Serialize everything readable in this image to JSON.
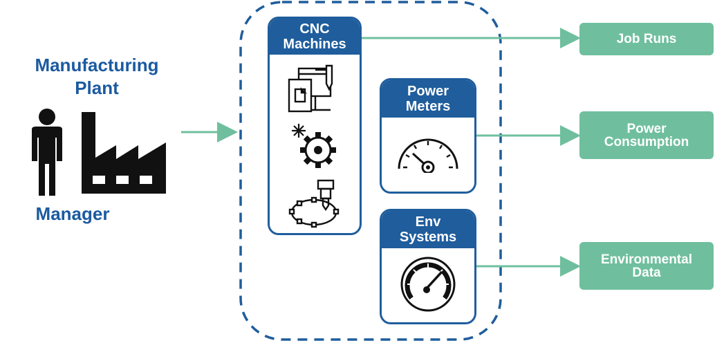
{
  "left": {
    "plant_line1": "Manufacturing",
    "plant_line2": "Plant",
    "manager_label": "Manager"
  },
  "sources": [
    {
      "line1": "CNC",
      "line2": "Machines",
      "icons": [
        "cad-drawing-icon",
        "gear-spark-icon",
        "cnc-mill-icon"
      ]
    },
    {
      "line1": "Power",
      "line2": "Meters",
      "icons": [
        "meter-gauge-icon"
      ]
    },
    {
      "line1": "Env",
      "line2": "Systems",
      "icons": [
        "speedometer-icon"
      ]
    }
  ],
  "outputs": [
    {
      "line1": "Job Runs",
      "line2": ""
    },
    {
      "line1": "Power",
      "line2": "Consumption"
    },
    {
      "line1": "Environmental",
      "line2": "Data"
    }
  ],
  "colors": {
    "primary_blue": "#1f5d9c",
    "title_blue": "#1b5aa0",
    "output_green": "#6fbf9e",
    "arrow_green": "#6fbf9e",
    "icon_black": "#111111"
  }
}
